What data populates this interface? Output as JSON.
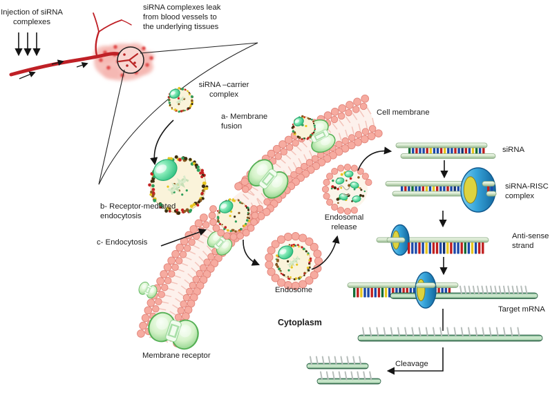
{
  "labels": {
    "injection": "Injection of siRNA\ncomplexes",
    "leak": "siRNA complexes leak\nfrom blood vessels to\nthe underlying tissues",
    "carrier": "siRNA –carrier\ncomplex",
    "fusion": "a- Membrane\nfusion",
    "cell_membrane": "Cell membrane",
    "receptor_endocytosis": "b- Receptor-mediated\nendocytosis",
    "endocytosis": "c- Endocytosis",
    "endosomal_release": "Endosomal\nrelease",
    "endosome": "Endosome",
    "cytoplasm": "Cytoplasm",
    "membrane_receptor": "Membrane receptor",
    "sirna": "siRNA",
    "sirna_risc": "siRNA-RISC\ncomplex",
    "antisense": "Anti-sense\nstrand",
    "target_mrna": "Target mRNA",
    "cleavage": "Cleavage"
  },
  "palette": {
    "vessel_red": "#bf2026",
    "tissue_pink": "#f5b6b0",
    "tissue_dot_red": "#e04848",
    "membrane_head": "#f6aba0",
    "membrane_head_edge": "#e2857b",
    "membrane_tail_bg": "#fdf1ec",
    "membrane_tail": "#f3c4bb",
    "receptor_edge": "#55b055",
    "blob_green": "#1fb876",
    "carrier_fill": "#faf3da",
    "speckle": [
      "#8a5a20",
      "#c42323",
      "#e6c51e",
      "#3c2d0e",
      "#2e9e5b"
    ],
    "risc_blue": "#36a4da",
    "risc_inner_yellow": "#ddd33f",
    "strand_light_green": "#dcecd4",
    "mrna_dark_green": "#2c6b48",
    "tick_gray": "#b6bdba",
    "arrow_black": "#151515",
    "leader_line": "#222222",
    "text": "#1b1b1b"
  },
  "dna_bars": {
    "sirna": [
      "#156d35",
      "#1d49a8",
      "#c01f1f",
      "#1d49a8",
      "#1d49a8",
      "#c01f1f",
      "#e6c51e",
      "#1d49a8",
      "#1d49a8",
      "#c01f1f",
      "#e6c51e",
      "#1d49a8",
      "#1d49a8",
      "#c01f1f",
      "#1d49a8",
      "#14306e",
      "#c01f1f",
      "#1d49a8",
      "#e6c51e",
      "#156d35",
      "#1d49a8",
      "#c01f1f"
    ],
    "risc": [
      "#1d49a8",
      "#c01f1f",
      "#1d49a8",
      "#156d35",
      "#1d49a8",
      "#1d49a8",
      "#c01f1f",
      "#e6c51e",
      "#1d49a8",
      "#e6c51e",
      "#c01f1f",
      "#1d49a8",
      "#1d49a8",
      "#c01f1f",
      "#1d49a8",
      "#14306e",
      "#1d49a8",
      "#c01f1f",
      "#c01f1f",
      "#1d49a8",
      "#156d35",
      "#1d49a8",
      "#c01f1f",
      "#1d49a8"
    ],
    "risc_right": [
      "#c01f1f",
      "#1d49a8"
    ],
    "antisense": [
      "#c01f1f",
      "#1d49a8",
      "#1d49a8",
      "#c01f1f",
      "#1d49a8",
      "#e6c51e",
      "#1d49a8",
      "#c01f1f",
      "#c01f1f",
      "#1d49a8",
      "#14306e",
      "#e6c51e",
      "#c01f1f",
      "#1d49a8",
      "#1d49a8",
      "#c01f1f",
      "#156d35",
      "#1d49a8",
      "#e6c51e",
      "#1d49a8",
      "#c01f1f",
      "#c01f1f"
    ],
    "target": [
      "#156d35",
      "#c01f1f",
      "#e6c51e",
      "#1d49a8",
      "#1d49a8",
      "#c01f1f",
      "#1d49a8",
      "#c01f1f",
      "#156d35",
      "#e6c51e",
      "#1d49a8",
      "#c01f1f",
      "#1d49a8",
      "#14306e",
      "#c01f1f",
      "#c01f1f",
      "#1d49a8",
      "#1d49a8",
      "#c01f1f",
      "#1d49a8",
      "#c01f1f",
      "#1d49a8",
      "#1d49a8",
      "#c01f1f",
      "#c01f1f",
      "#1d49a8",
      "#1d49a8",
      "#c01f1f"
    ]
  }
}
